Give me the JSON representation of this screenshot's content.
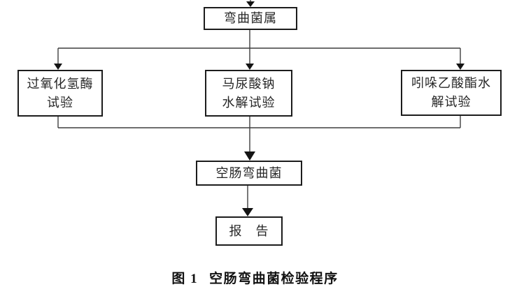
{
  "figure": {
    "nodes": {
      "genus": {
        "label": "弯曲菌属"
      },
      "catalase": {
        "label": "过氧化氢酶\n试验"
      },
      "hippurate": {
        "label": "马尿酸钠\n水解试验"
      },
      "indoxyl": {
        "label": "吲哚乙酸酯水\n解试验"
      },
      "jejuni": {
        "label": "空肠弯曲菌"
      },
      "report": {
        "label": "报　告"
      }
    },
    "caption": {
      "figure_label": "图 1",
      "title": "空肠弯曲菌检验程序"
    },
    "colors": {
      "line": "#3f3f3f",
      "arrowhead": "#141414",
      "box_border": "#1c1c1c",
      "text": "#262626",
      "background": "#ffffff"
    }
  }
}
